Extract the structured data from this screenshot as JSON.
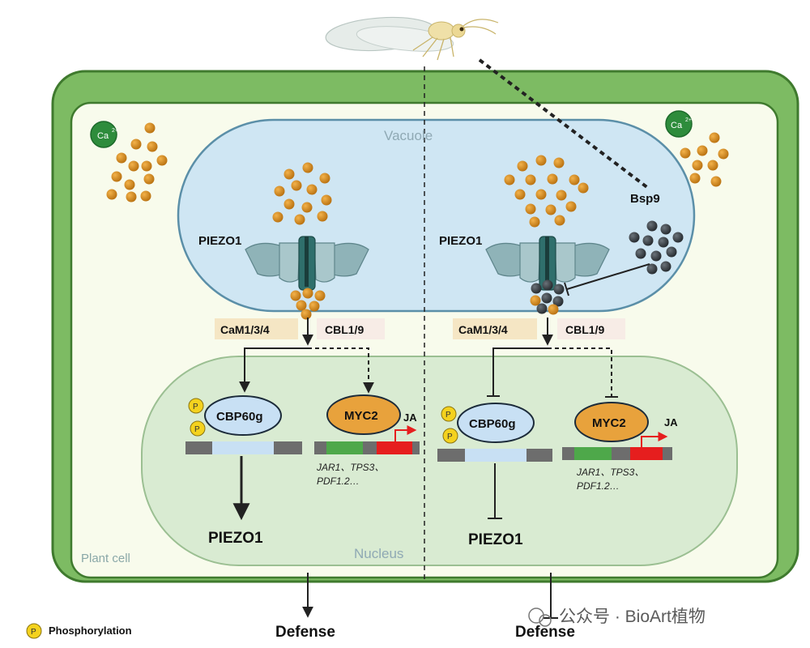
{
  "labels": {
    "vacuole": "Vacuole",
    "nucleus": "Nucleus",
    "plant_cell": "Plant cell",
    "ca_ion": "Ca",
    "ca_charge": "2+",
    "piezo1_channel": "PIEZO1",
    "bsp9": "Bsp9",
    "defense": "Defense",
    "legend_p": "P",
    "legend_text": "Phosphorylation",
    "watermark": "公众号 · BioArt植物"
  },
  "left_panel": {
    "cam": "CaM1/3/4",
    "cbl": "CBL1/9",
    "cbp60g": "CBP60g",
    "myc2": "MYC2",
    "ja": "JA",
    "p_mark": "P",
    "genes_line1": "JAR1、TPS3、",
    "genes_line2": "PDF1.2…",
    "piezo1_output": "PIEZO1"
  },
  "right_panel": {
    "cam": "CaM1/3/4",
    "cbl": "CBL1/9",
    "cbp60g": "CBP60g",
    "myc2": "MYC2",
    "ja": "JA",
    "p_mark": "P",
    "genes_line1": "JAR1、TPS3、",
    "genes_line2": "PDF1.2…",
    "piezo1_output": "PIEZO1"
  },
  "colors": {
    "cell_wall": "#7dbb63",
    "cytoplasm": "#f8fbec",
    "vacuole_fill": "#cfe6f3",
    "vacuole_stroke": "#5b8fa8",
    "nucleus_fill": "#d9ebd2",
    "calcium": "#d98b1e",
    "bsp9_particle": "#3a4046",
    "channel": "#8fb3b8",
    "myc2": "#e8a23c",
    "cbp60g": "#c8e0f4",
    "cam_bg": "#f5e6c4",
    "cbl_bg": "#f7ece6",
    "promoter_red": "#e61e1e",
    "gene_green": "#4ea84a",
    "phospho": "#f4d21e"
  }
}
